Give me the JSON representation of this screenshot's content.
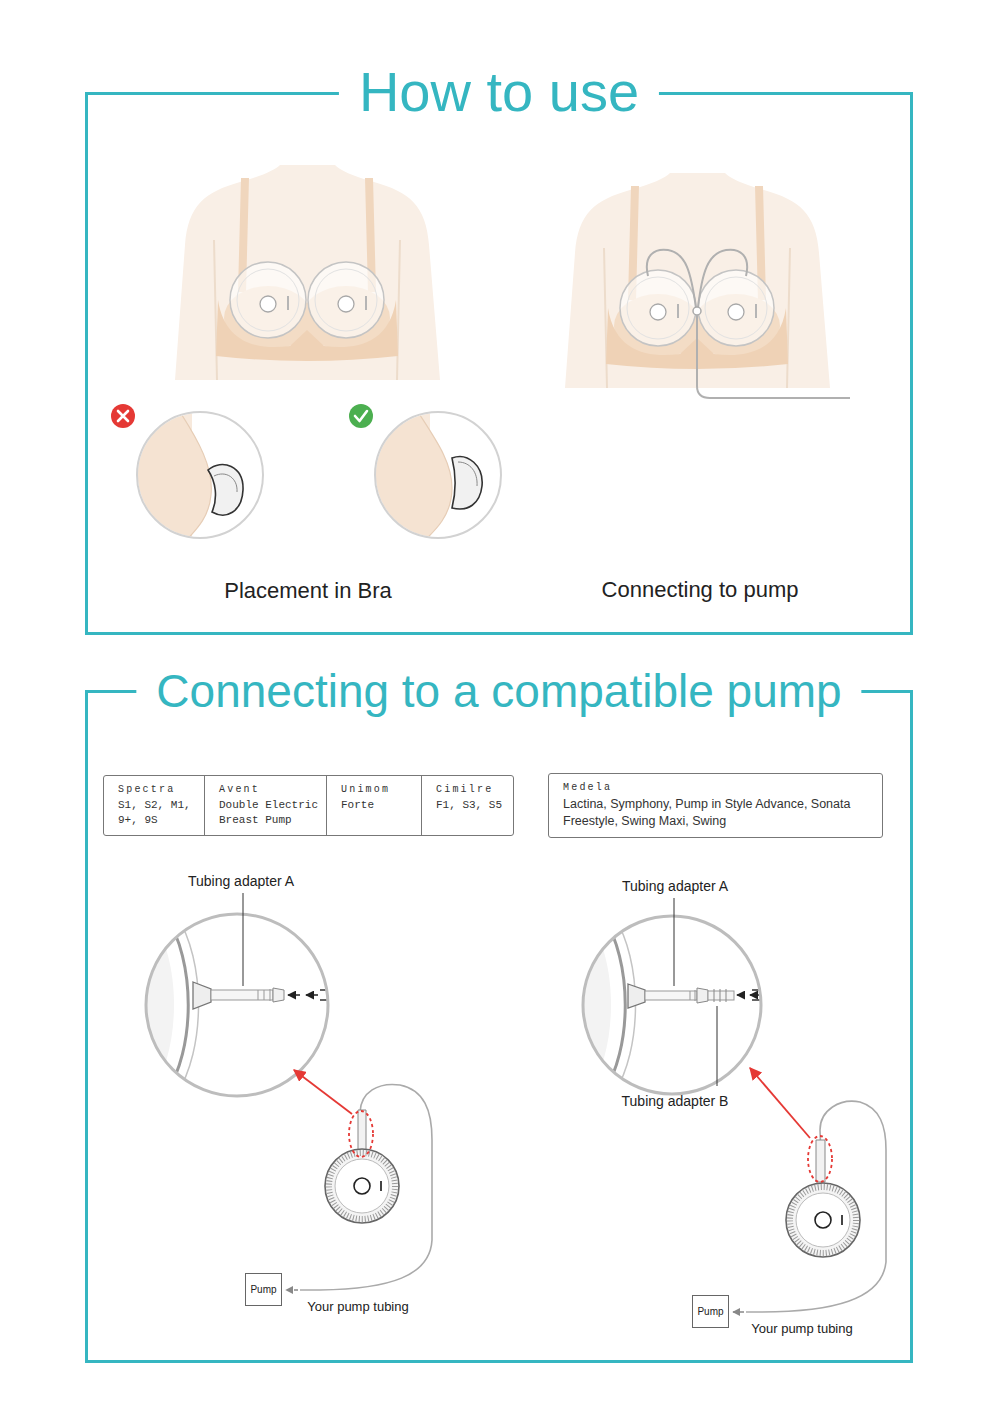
{
  "diagram": {
    "nodes": [
      {
        "text": [
          "How to use"
        ]
      },
      {
        "text": [
          "Connecting to a compatible pump"
        ]
      },
      {
        "text": [
          "Spectra",
          "S1, S2, M1, 9+, 9S",
          "Avent",
          "Double Electric Breast Pump",
          "Unimom",
          "Forte",
          "Cimilre",
          "F1, S3, S5"
        ],
        "in": 1
      },
      {
        "text": [
          "Medela",
          "Lactina, Symphony, Pump in Style Advance, Sonata Freestyle, Swing Maxi, Swing"
        ],
        "in": 1
      },
      {
        "text": [
          "Pump"
        ],
        "in": 1
      },
      {
        "text": [
          "Pump"
        ],
        "in": 1
      }
    ],
    "labels": [
      "Placement in Bra",
      "Connecting to pump",
      "Tubing adapter A",
      "Tubing adapter A",
      "Tubing adapter B",
      "Your pump tubing",
      "Your pump tubing"
    ]
  }
}
